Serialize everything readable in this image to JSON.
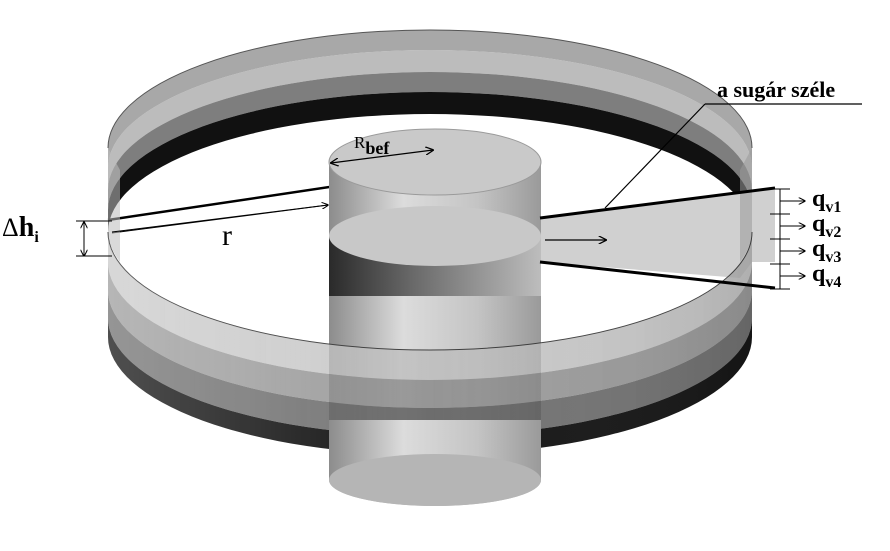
{
  "labels": {
    "jet_edge": "a sugár széle",
    "r_bef": "R",
    "r_bef_sub": "bef",
    "radius": "r",
    "delta_h_symbol": "Δ",
    "delta_h": "h",
    "delta_h_sub": "i",
    "q_main": "q",
    "q_v1_sub": "v1",
    "q_v2_sub": "v2",
    "q_v3_sub": "v3",
    "q_v4_sub": "v4"
  },
  "ring_band_colors": [
    "#bcbcbc",
    "#8a8a8a",
    "#5a5a5a",
    "#000000"
  ],
  "colors": {
    "background": "#ffffff",
    "cylinder_light": "#d6d6d6",
    "cylinder_mid": "#a8a8a8",
    "cylinder_dark": "#444444",
    "jet_fill": "#d0d0d0",
    "ink": "#000000"
  }
}
